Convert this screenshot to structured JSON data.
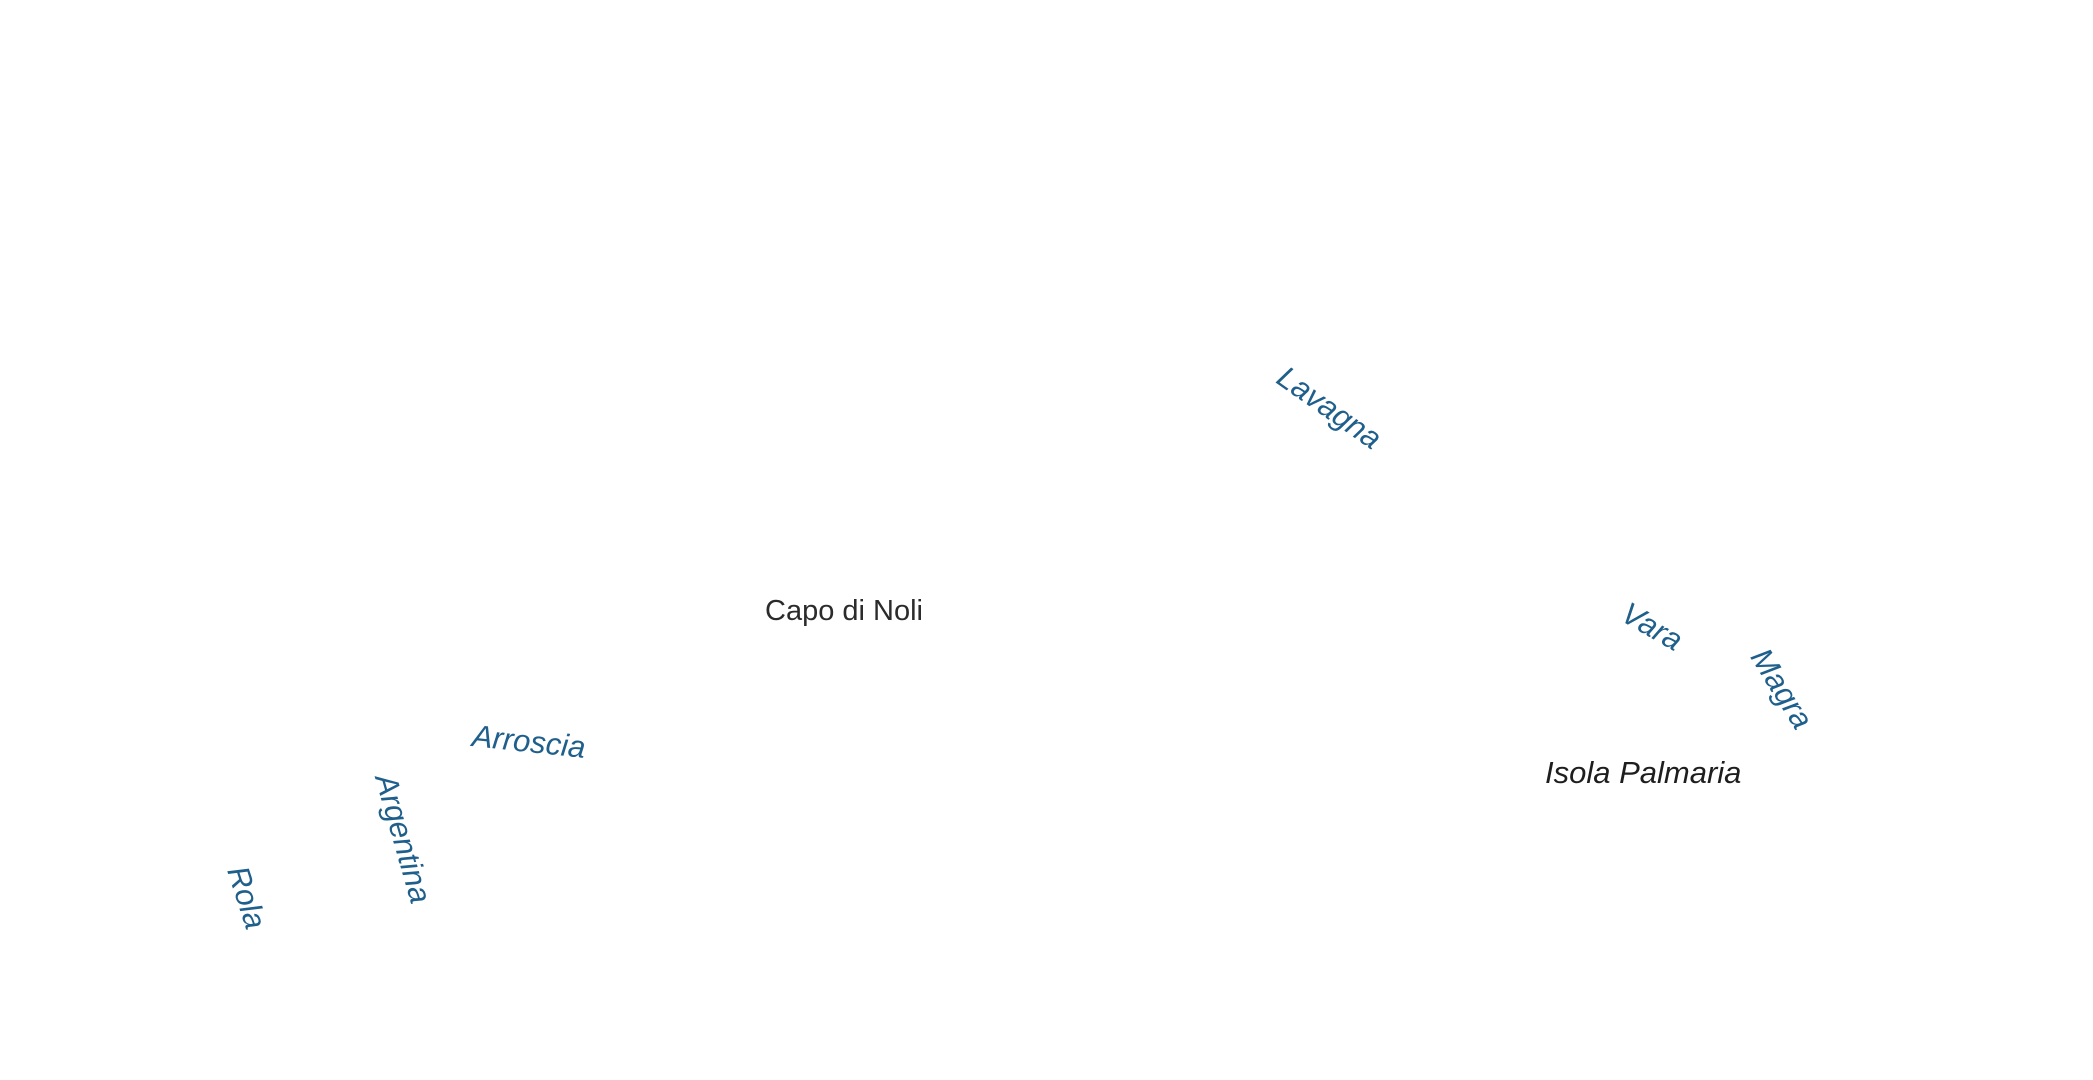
{
  "map": {
    "colors": {
      "background": "#ffffff",
      "water_label": "#1f5f8b",
      "place_label": "#2b2b2b",
      "island_label": "#1e1e1e"
    },
    "labels": {
      "lavagna": "Lavagna",
      "capo_di_noli": "Capo di Noli",
      "vara": "Vara",
      "magra": "Magra",
      "arroscia": "Arroscia",
      "isola_palmaria": "Isola Palmaria",
      "argentina": "Argentina",
      "rola": "Rola"
    }
  }
}
